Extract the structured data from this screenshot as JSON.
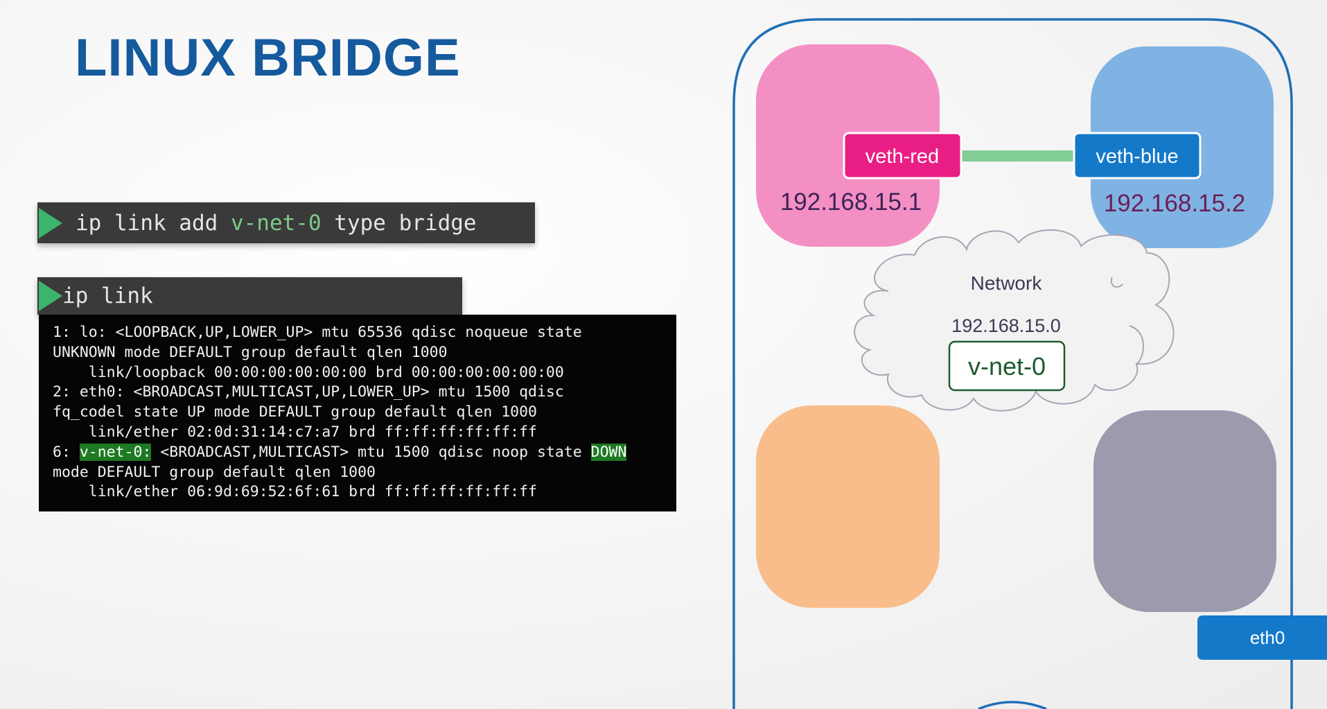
{
  "title": "LINUX BRIDGE",
  "command1": {
    "prefix": "ip link add ",
    "highlight": "v-net-0",
    "suffix": " type bridge"
  },
  "command2": {
    "text": "ip link"
  },
  "terminal": {
    "lines": [
      "1: lo: <LOOPBACK,UP,LOWER_UP> mtu 65536 qdisc noqueue state",
      "UNKNOWN mode DEFAULT group default qlen 1000",
      "    link/loopback 00:00:00:00:00:00 brd 00:00:00:00:00:00",
      "2: eth0: <BROADCAST,MULTICAST,UP,LOWER_UP> mtu 1500 qdisc",
      "fq_codel state UP mode DEFAULT group default qlen 1000",
      "    link/ether 02:0d:31:14:c7:a7 brd ff:ff:ff:ff:ff:ff"
    ],
    "line7": {
      "prefix": "6: ",
      "iface": "v-net-0:",
      "middle": " <BROADCAST,MULTICAST> mtu 1500 qdisc noop state ",
      "state": "DOWN"
    },
    "line8": "mode DEFAULT group default qlen 1000",
    "line9": "    link/ether 06:9d:69:52:6f:61 brd ff:ff:ff:ff:ff:ff"
  },
  "diagram": {
    "veth_red": {
      "label": "veth-red",
      "ip": "192.168.15.1",
      "color": "#e91e84"
    },
    "veth_blue": {
      "label": "veth-blue",
      "ip": "192.168.15.2",
      "color": "#1479c9"
    },
    "network": {
      "label": "Network",
      "subnet": "192.168.15.0",
      "bridge": "v-net-0"
    },
    "eth0": {
      "label": "eth0"
    },
    "colors": {
      "red_ns": "#f48fc4",
      "blue_ns": "#7fb3e3",
      "orange_ns": "#f9bd8b",
      "gray_ns": "#9d9aad",
      "link": "#82cd96",
      "host_border": "#1f6fb6"
    }
  }
}
